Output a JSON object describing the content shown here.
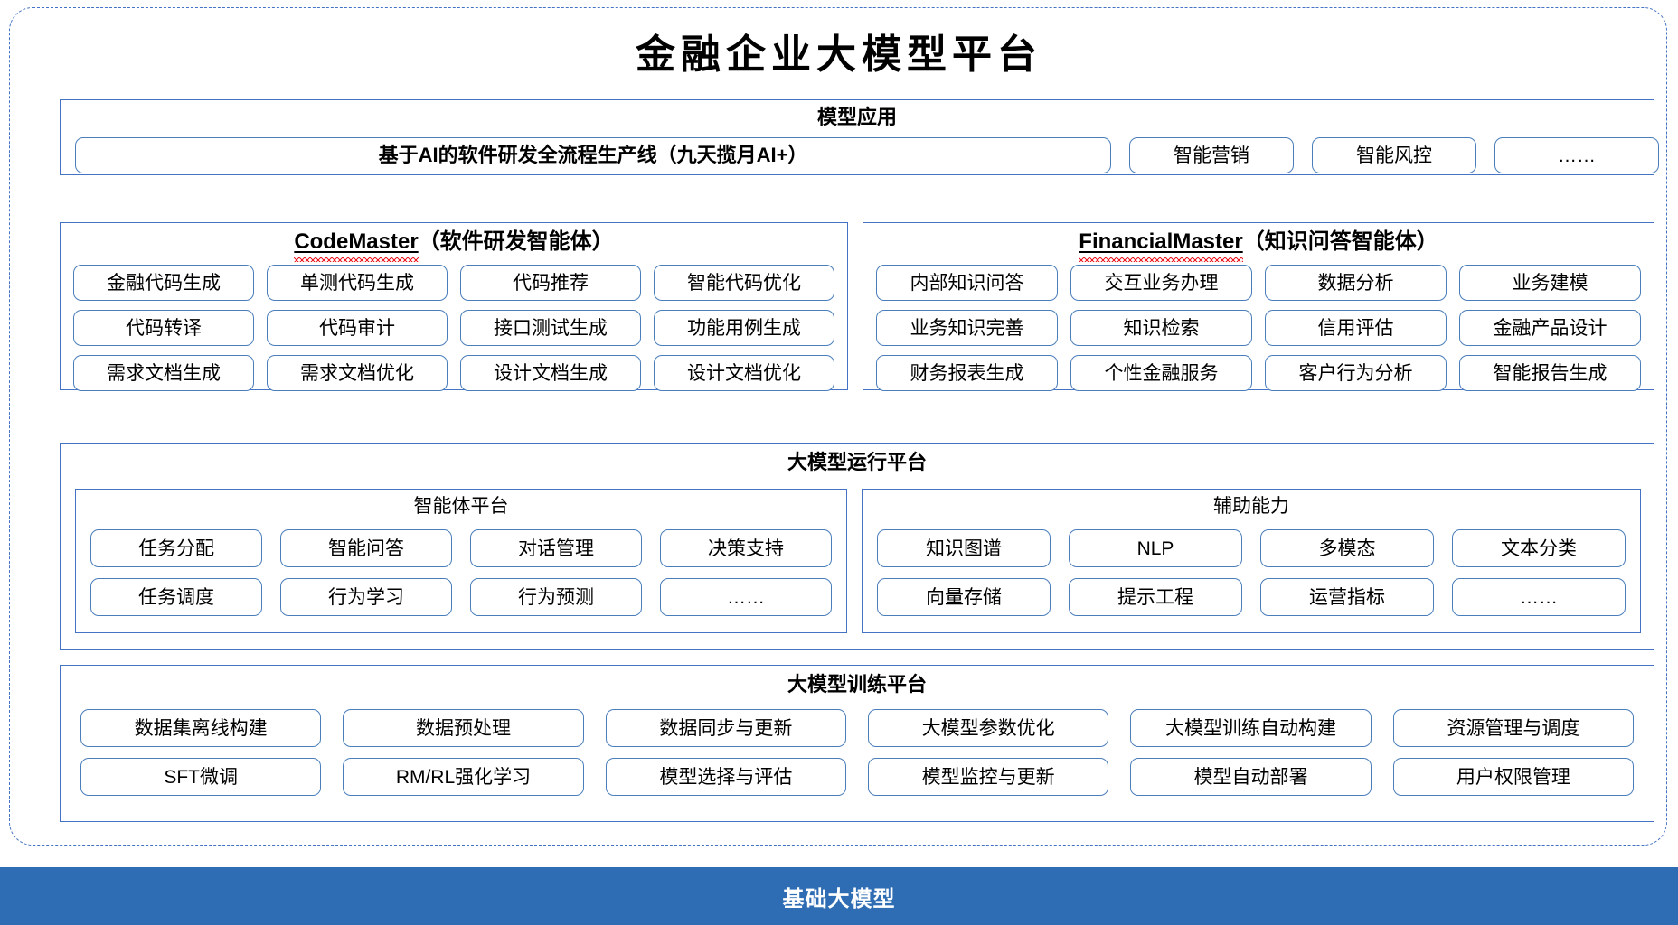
{
  "diagram": {
    "title": "金融企业大模型平台",
    "frame_style": "dashed-rounded",
    "accent_color": "#4472C4",
    "chip_border_color": "#4A7EBB",
    "foundation_bar_color": "#2E6DB4"
  },
  "model_application": {
    "title": "模型应用",
    "items": [
      "基于AI的软件研发全流程生产线（九天揽月AI+）",
      "智能营销",
      "智能风控",
      "……"
    ]
  },
  "code_master": {
    "name": "CodeMaster",
    "suffix": "（软件研发智能体）",
    "items": [
      "金融代码生成",
      "单测代码生成",
      "代码推荐",
      "智能代码优化",
      "代码转译",
      "代码审计",
      "接口测试生成",
      "功能用例生成",
      "需求文档生成",
      "需求文档优化",
      "设计文档生成",
      "设计文档优化"
    ]
  },
  "financial_master": {
    "name": "FinancialMaster",
    "suffix": "（知识问答智能体）",
    "items": [
      "内部知识问答",
      "交互业务办理",
      "数据分析",
      "业务建模",
      "业务知识完善",
      "知识检索",
      "信用评估",
      "金融产品设计",
      "财务报表生成",
      "个性金融服务",
      "客户行为分析",
      "智能报告生成"
    ]
  },
  "runtime_platform": {
    "title": "大模型运行平台",
    "agent_platform": {
      "title": "智能体平台",
      "items": [
        "任务分配",
        "智能问答",
        "对话管理",
        "决策支持",
        "任务调度",
        "行为学习",
        "行为预测",
        "……"
      ]
    },
    "auxiliary": {
      "title": "辅助能力",
      "items": [
        "知识图谱",
        "NLP",
        "多模态",
        "文本分类",
        "向量存储",
        "提示工程",
        "运营指标",
        "……"
      ]
    }
  },
  "training_platform": {
    "title": "大模型训练平台",
    "items": [
      "数据集离线构建",
      "数据预处理",
      "数据同步与更新",
      "大模型参数优化",
      "大模型训练自动构建",
      "资源管理与调度",
      "SFT微调",
      "RM/RL强化学习",
      "模型选择与评估",
      "模型监控与更新",
      "模型自动部署",
      "用户权限管理"
    ]
  },
  "foundation": {
    "label": "基础大模型"
  }
}
